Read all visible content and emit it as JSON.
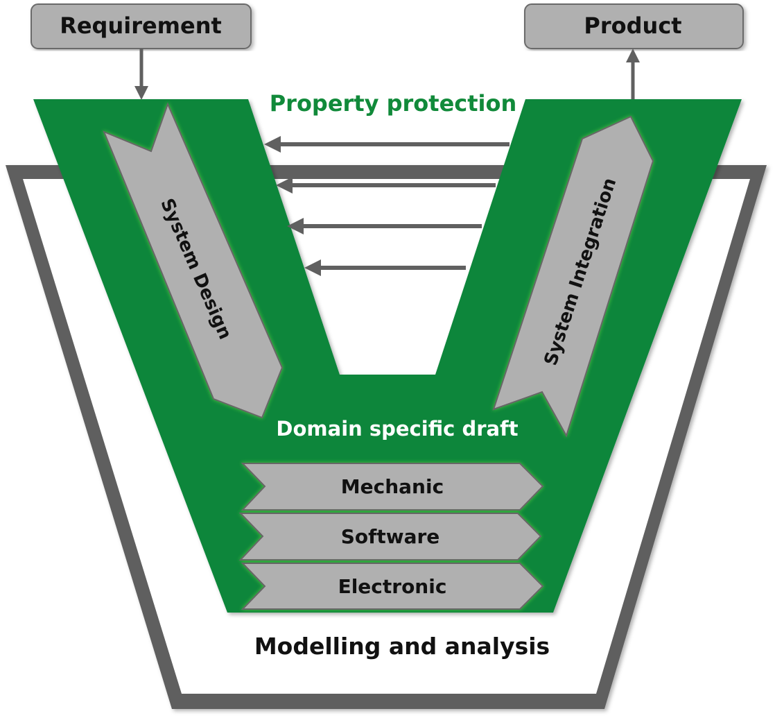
{
  "inputs": {
    "requirement": "Requirement"
  },
  "outputs": {
    "product": "Product"
  },
  "labels": {
    "property_protection": "Property protection",
    "domain_specific_draft": "Domain specific draft",
    "modelling_and_analysis": "Modelling and analysis"
  },
  "phases": {
    "system_design": "System Design",
    "system_integration": "System Integration"
  },
  "domains": [
    "Mechanic",
    "Software",
    "Electronic"
  ],
  "colors": {
    "green": "#0e863b",
    "glow": "#3fb33a",
    "gray_box": "#b0b0b0",
    "frame": "#5f5f5f",
    "title_green": "#118a3a"
  }
}
